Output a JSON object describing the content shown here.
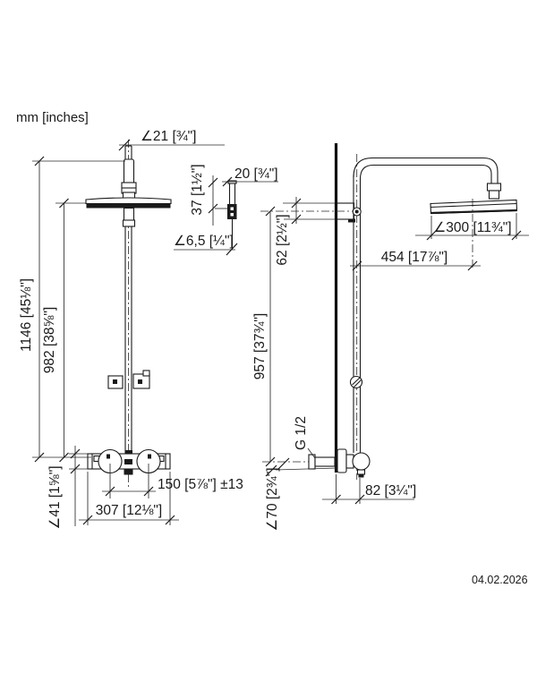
{
  "title": "mm [inches]",
  "date": "04.02.2026",
  "colors": {
    "line": "#1a1a1a",
    "background": "#ffffff"
  },
  "left_view": {
    "dia_pipe": "∠21 [¾\"]",
    "overall_height": "1146 [45⅛\"]",
    "head_height": "982 [38⅝\"]",
    "dia_valve_body": "∠41 [1⅝\"]",
    "connection_spacing": "150 [5⅞\"] ±13",
    "valve_width": "307 [12⅛\"]"
  },
  "detail_view": {
    "width": "20 [¾\"]",
    "height": "37 [1½\"]",
    "dia_hole": "∠6,5 [¼\"]"
  },
  "right_view": {
    "bracket_offset": "62 [2½\"]",
    "dia_shower_head": "∠300 [11¾\"]",
    "arm_projection": "454 [17⅞\"]",
    "outlet_height": "957 [37¾\"]",
    "thread": "G 1/2",
    "dia_escutcheon": "∠70 [2¾\"]",
    "wall_offset": "82 [3¼\"]"
  }
}
